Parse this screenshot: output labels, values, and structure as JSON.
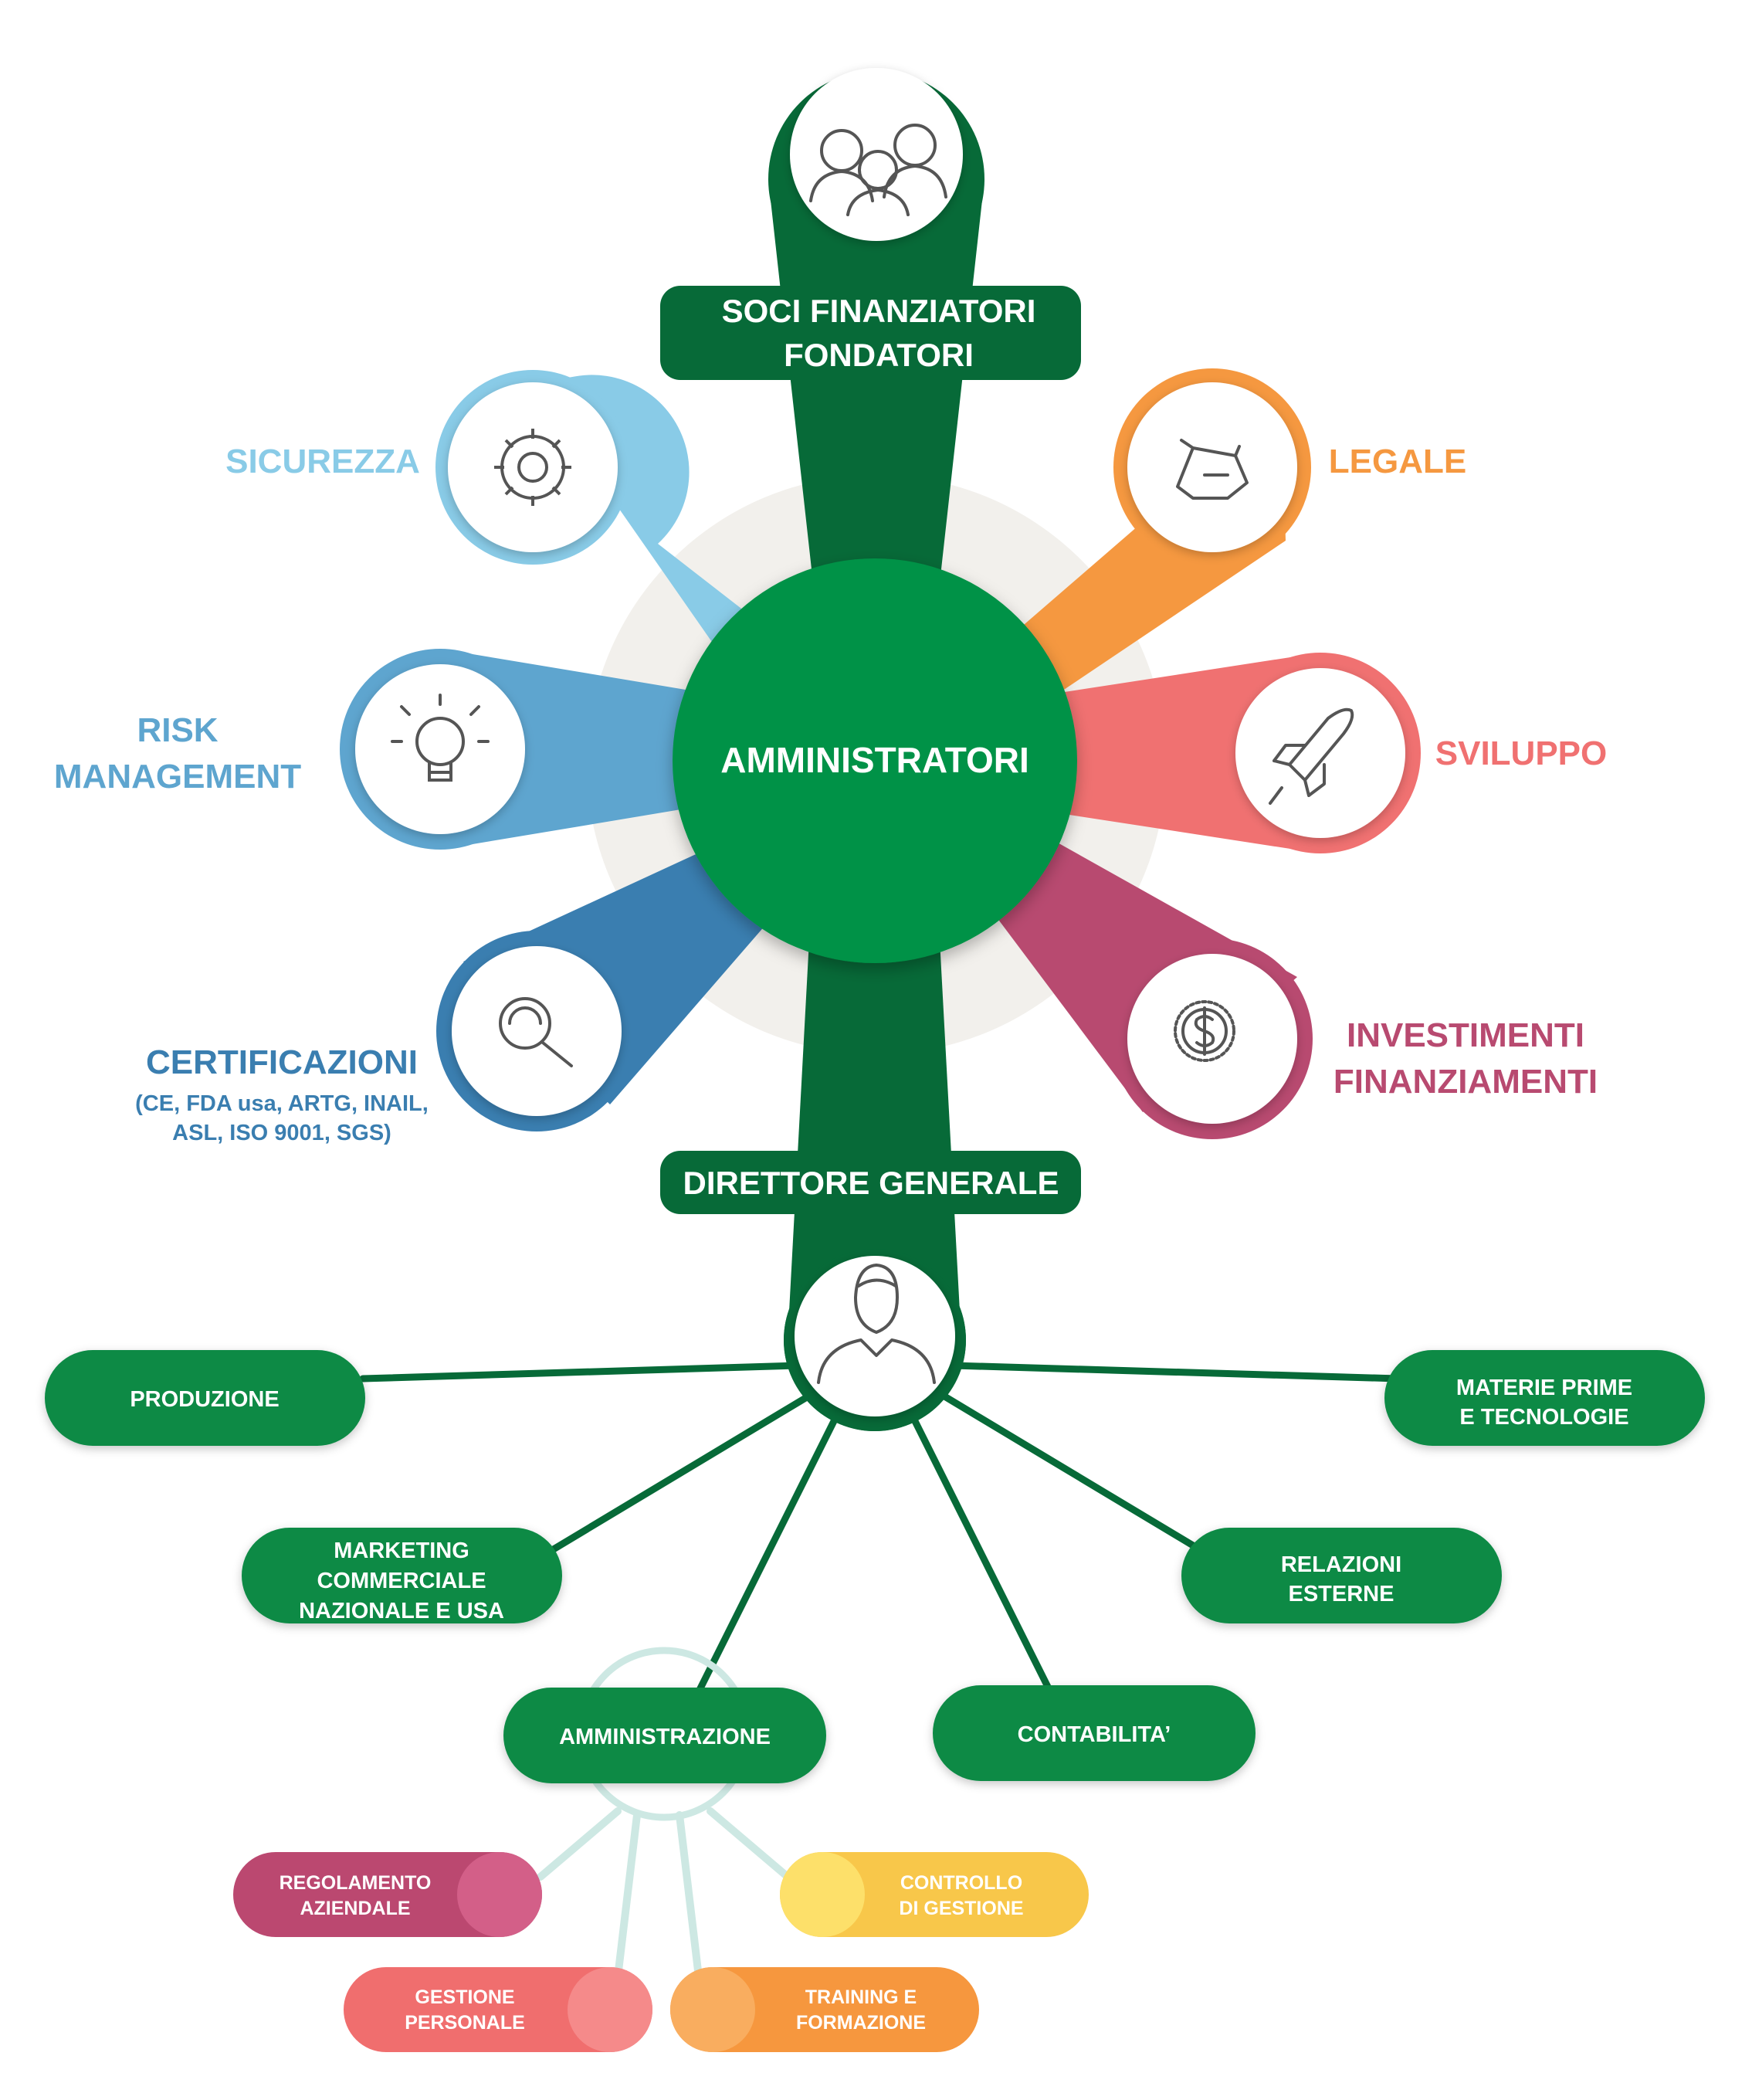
{
  "top": {
    "line1": "SOCI FINANZIATORI",
    "line2": "FONDATORI",
    "icon": "people-group-icon"
  },
  "center": {
    "label": "AMMINISTRATORI"
  },
  "petals": {
    "sicurezza": {
      "label": "SICUREZZA",
      "color": "#89cbe7",
      "icon": "gear-icon"
    },
    "risk": {
      "line1": "RISK",
      "line2": "MANAGEMENT",
      "color": "#5ea5cf",
      "icon": "lightbulb-icon"
    },
    "certificazioni": {
      "label": "CERTIFICAZIONI",
      "sub1": "(CE, FDA usa, ARTG, INAIL,",
      "sub2": "ASL, ISO 9001, SGS)",
      "color": "#3a7eb0",
      "icon": "magnifier-icon"
    },
    "legale": {
      "label": "LEGALE",
      "color": "#f59840",
      "icon": "handshake-icon"
    },
    "sviluppo": {
      "label": "SVILUPPO",
      "color": "#f07171",
      "icon": "rocket-icon"
    },
    "investimenti": {
      "line1": "INVESTIMENTI",
      "line2": "FINANZIAMENTI",
      "color": "#b84a70",
      "icon": "dollar-coin-icon"
    }
  },
  "director": {
    "label": "DIRETTORE GENERALE",
    "icon": "person-icon"
  },
  "departments": {
    "produzione": {
      "label": "PRODUZIONE"
    },
    "materie": {
      "line1": "MATERIE PRIME",
      "line2": "E TECNOLOGIE"
    },
    "marketing": {
      "line1": "MARKETING",
      "line2": "COMMERCIALE",
      "line3": "NAZIONALE E USA"
    },
    "relazioni": {
      "line1": "RELAZIONI",
      "line2": "ESTERNE"
    },
    "amministrazione": {
      "label": "AMMINISTRAZIONE"
    },
    "contabilita": {
      "label": "CONTABILITA’"
    }
  },
  "sub": {
    "regolamento": {
      "line1": "REGOLAMENTO",
      "line2": "AZIENDALE",
      "color": "#bb4870"
    },
    "gestione": {
      "line1": "GESTIONE",
      "line2": "PERSONALE",
      "color": "#f06e6e"
    },
    "controllo": {
      "line1": "CONTROLLO",
      "line2": "DI GESTIONE",
      "color": "#f8c74a"
    },
    "training": {
      "line1": "TRAINING E",
      "line2": "FORMAZIONE",
      "color": "#f6973e"
    }
  },
  "colors": {
    "darkGreen": "#076a38",
    "green": "#0a8a45",
    "centerGreen": "#059246",
    "halo": "#f2f0ec",
    "lightBranch": "#cde8e3"
  }
}
